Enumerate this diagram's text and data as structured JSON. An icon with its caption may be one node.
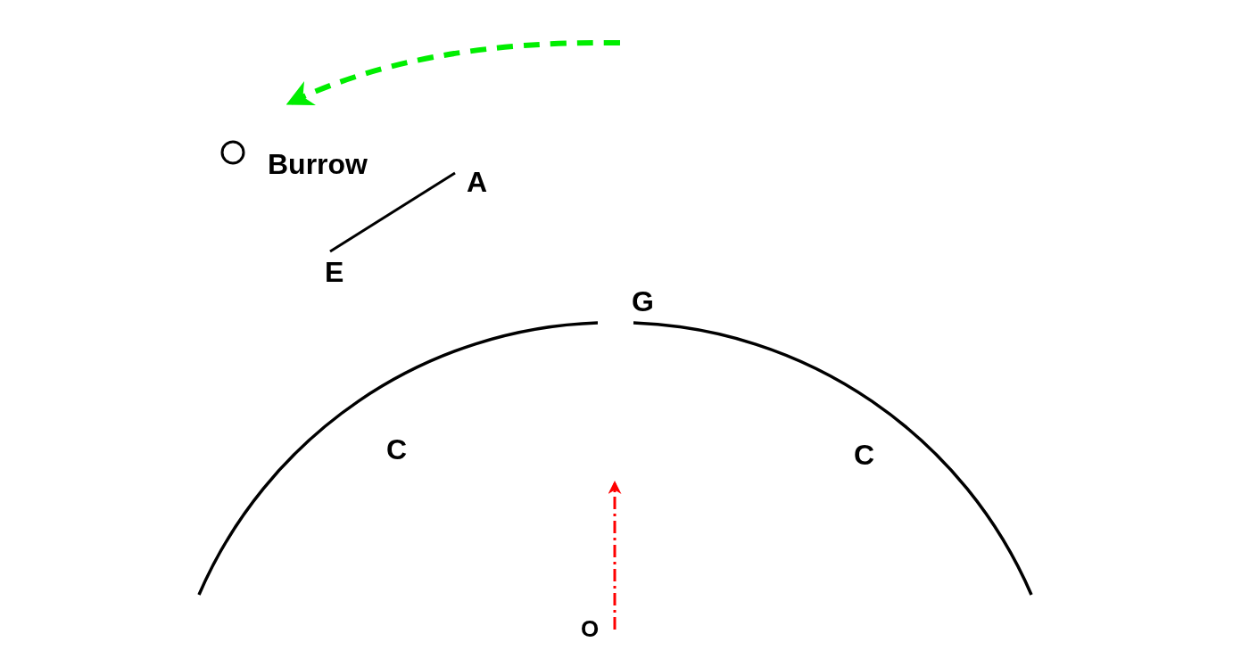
{
  "diagram": {
    "labels": [
      "Burrow",
      "A",
      "E",
      "G",
      "C",
      "C",
      "O"
    ]
  }
}
